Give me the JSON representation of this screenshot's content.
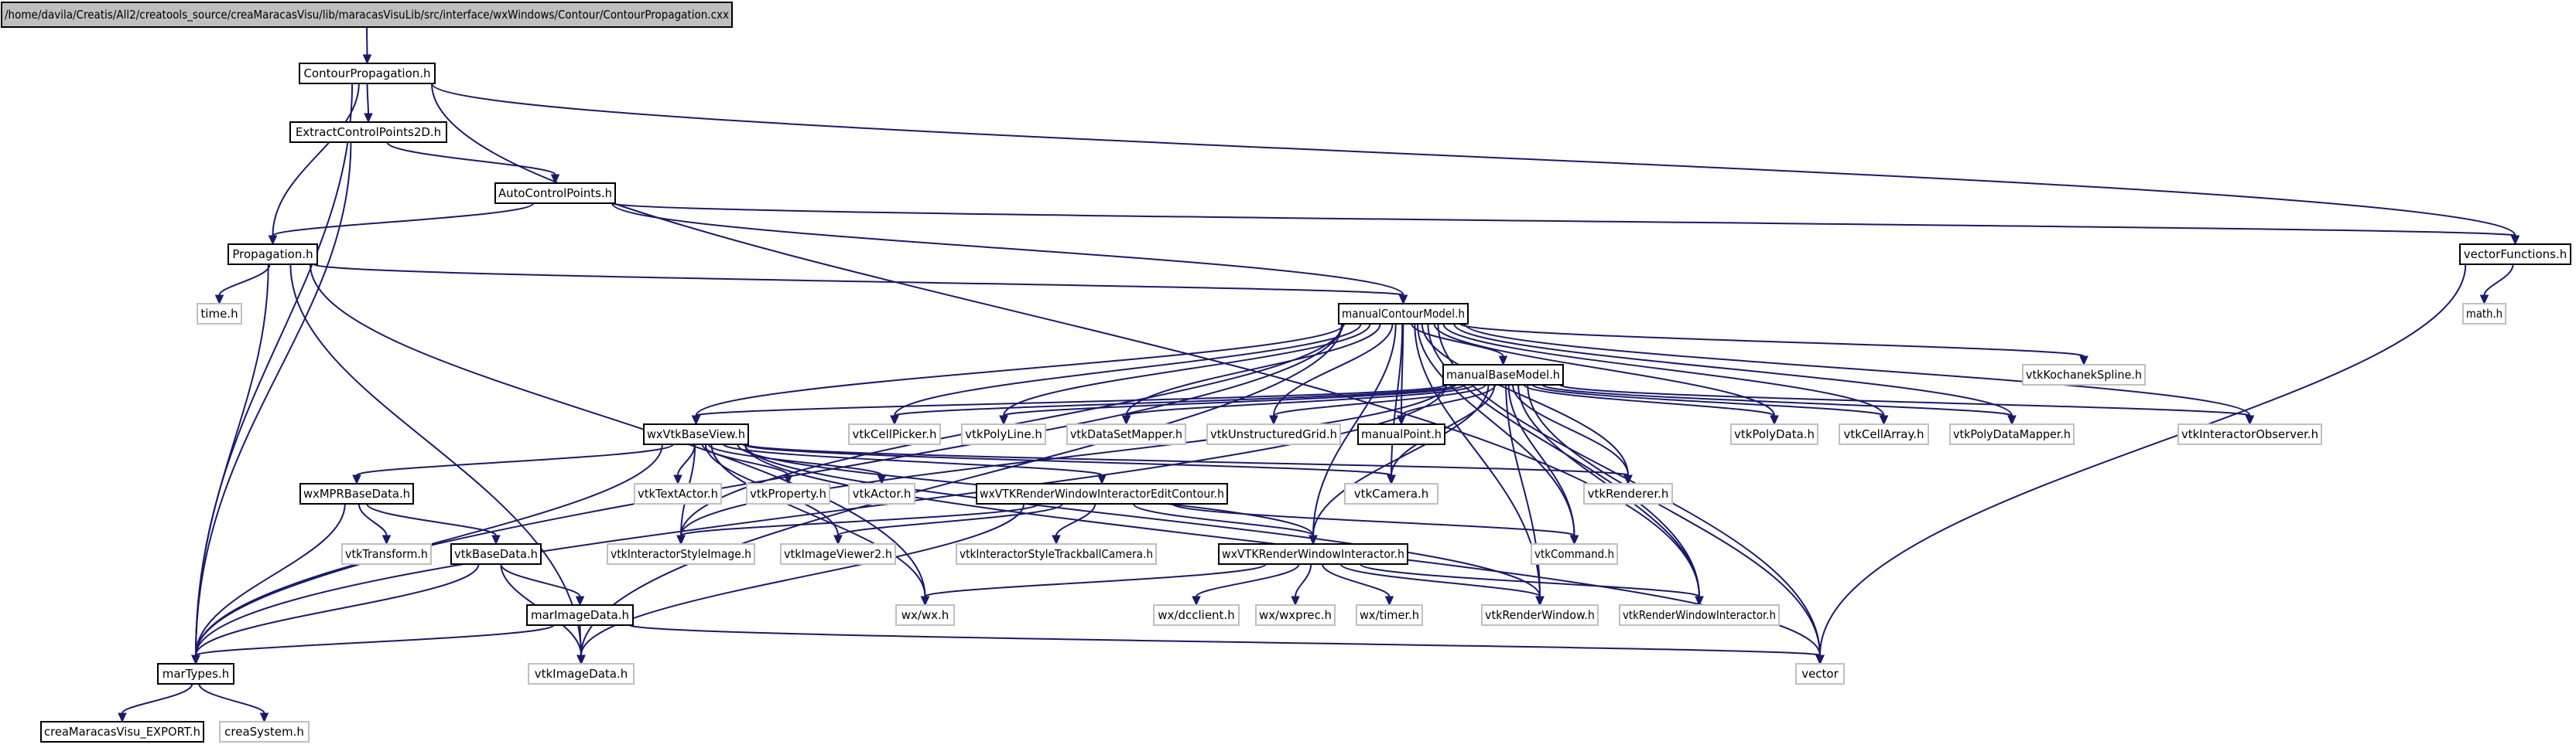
{
  "diagram": {
    "type": "include-dependency-graph",
    "colors": {
      "root_fill": "#bfbfbf",
      "border_dark": "#000000",
      "border_missing": "#bfbfbf",
      "text": "#000000",
      "edge": "#191970"
    },
    "nodes": [
      {
        "id": "root",
        "label": "/home/davila/Creatis/All2/creatools_source/creaMaracasVisu/lib/maracasVisuLib/src/interface/wxWindows/Contour/ContourPropagation.cxx",
        "style": "root"
      },
      {
        "id": "contourprop",
        "label": "ContourPropagation.h",
        "style": "normal"
      },
      {
        "id": "extract",
        "label": "ExtractControlPoints2D.h",
        "style": "normal"
      },
      {
        "id": "autocp",
        "label": "AutoControlPoints.h",
        "style": "normal"
      },
      {
        "id": "propagation",
        "label": "Propagation.h",
        "style": "normal"
      },
      {
        "id": "vectorfunc",
        "label": "vectorFunctions.h",
        "style": "normal"
      },
      {
        "id": "mathh",
        "label": "math.h",
        "style": "missing"
      },
      {
        "id": "timeh",
        "label": "time.h",
        "style": "missing"
      },
      {
        "id": "mcm",
        "label": "manualContourModel.h",
        "style": "normal"
      },
      {
        "id": "mbm",
        "label": "manualBaseModel.h",
        "style": "normal"
      },
      {
        "id": "kochanek",
        "label": "vtkKochanekSpline.h",
        "style": "missing"
      },
      {
        "id": "wxvtkbaseview",
        "label": "wxVtkBaseView.h",
        "style": "normal"
      },
      {
        "id": "cellpicker",
        "label": "vtkCellPicker.h",
        "style": "missing"
      },
      {
        "id": "polyline",
        "label": "vtkPolyLine.h",
        "style": "missing"
      },
      {
        "id": "dsmapper",
        "label": "vtkDataSetMapper.h",
        "style": "missing"
      },
      {
        "id": "ugrid",
        "label": "vtkUnstructuredGrid.h",
        "style": "missing"
      },
      {
        "id": "manualpoint",
        "label": "manualPoint.h",
        "style": "normal"
      },
      {
        "id": "polydata",
        "label": "vtkPolyData.h",
        "style": "missing"
      },
      {
        "id": "cellarray",
        "label": "vtkCellArray.h",
        "style": "missing"
      },
      {
        "id": "pdmapper",
        "label": "vtkPolyDataMapper.h",
        "style": "missing"
      },
      {
        "id": "intobserver",
        "label": "vtkInteractorObserver.h",
        "style": "missing"
      },
      {
        "id": "wxmpr",
        "label": "wxMPRBaseData.h",
        "style": "normal"
      },
      {
        "id": "textactor",
        "label": "vtkTextActor.h",
        "style": "missing"
      },
      {
        "id": "property",
        "label": "vtkProperty.h",
        "style": "missing"
      },
      {
        "id": "actor",
        "label": "vtkActor.h",
        "style": "missing"
      },
      {
        "id": "wxvtkriec",
        "label": "wxVTKRenderWindowInteractorEditContour.h",
        "style": "normal"
      },
      {
        "id": "camera",
        "label": "vtkCamera.h",
        "style": "missing"
      },
      {
        "id": "renderer",
        "label": "vtkRenderer.h",
        "style": "missing"
      },
      {
        "id": "transform",
        "label": "vtkTransform.h",
        "style": "missing"
      },
      {
        "id": "basedata",
        "label": "vtkBaseData.h",
        "style": "normal"
      },
      {
        "id": "isimage",
        "label": "vtkInteractorStyleImage.h",
        "style": "missing"
      },
      {
        "id": "imgviewer2",
        "label": "vtkImageViewer2.h",
        "style": "missing"
      },
      {
        "id": "istrackball",
        "label": "vtkInteractorStyleTrackballCamera.h",
        "style": "missing"
      },
      {
        "id": "wxvtkrwi",
        "label": "wxVTKRenderWindowInteractor.h",
        "style": "normal"
      },
      {
        "id": "command",
        "label": "vtkCommand.h",
        "style": "missing"
      },
      {
        "id": "marimage",
        "label": "marImageData.h",
        "style": "normal"
      },
      {
        "id": "wxwx",
        "label": "wx/wx.h",
        "style": "missing"
      },
      {
        "id": "dcclient",
        "label": "wx/dcclient.h",
        "style": "missing"
      },
      {
        "id": "wxprec",
        "label": "wx/wxprec.h",
        "style": "missing"
      },
      {
        "id": "timer",
        "label": "wx/timer.h",
        "style": "missing"
      },
      {
        "id": "renderwindow",
        "label": "vtkRenderWindow.h",
        "style": "missing"
      },
      {
        "id": "rwinteractor",
        "label": "vtkRenderWindowInteractor.h",
        "style": "missing"
      },
      {
        "id": "martypes",
        "label": "marTypes.h",
        "style": "normal"
      },
      {
        "id": "imagedata",
        "label": "vtkImageData.h",
        "style": "missing"
      },
      {
        "id": "vector",
        "label": "vector",
        "style": "missing"
      },
      {
        "id": "export",
        "label": "creaMaracasVisu_EXPORT.h",
        "style": "normal"
      },
      {
        "id": "cresystem",
        "label": "creaSystem.h",
        "style": "missing"
      }
    ],
    "edges": [
      [
        "root",
        "contourprop"
      ],
      [
        "contourprop",
        "extract"
      ],
      [
        "contourprop",
        "propagation"
      ],
      [
        "contourprop",
        "vectorfunc"
      ],
      [
        "contourprop",
        "martypes"
      ],
      [
        "contourprop",
        "rwinteractor"
      ],
      [
        "extract",
        "autocp"
      ],
      [
        "extract",
        "martypes"
      ],
      [
        "autocp",
        "propagation"
      ],
      [
        "autocp",
        "mcm"
      ],
      [
        "autocp",
        "vectorfunc"
      ],
      [
        "propagation",
        "mcm"
      ],
      [
        "propagation",
        "timeh"
      ],
      [
        "propagation",
        "martypes"
      ],
      [
        "propagation",
        "imagedata"
      ],
      [
        "propagation",
        "wxwx"
      ],
      [
        "vectorfunc",
        "mathh"
      ],
      [
        "vectorfunc",
        "vector"
      ],
      [
        "mcm",
        "mbm"
      ],
      [
        "mcm",
        "kochanek"
      ],
      [
        "mcm",
        "wxvtkbaseview"
      ],
      [
        "mcm",
        "cellpicker"
      ],
      [
        "mcm",
        "polyline"
      ],
      [
        "mcm",
        "dsmapper"
      ],
      [
        "mcm",
        "ugrid"
      ],
      [
        "mcm",
        "manualpoint"
      ],
      [
        "mcm",
        "polydata"
      ],
      [
        "mcm",
        "cellarray"
      ],
      [
        "mcm",
        "pdmapper"
      ],
      [
        "mcm",
        "intobserver"
      ],
      [
        "mcm",
        "martypes"
      ],
      [
        "mcm",
        "isimage"
      ],
      [
        "mcm",
        "camera"
      ],
      [
        "mcm",
        "renderer"
      ],
      [
        "mcm",
        "command"
      ],
      [
        "mcm",
        "wxvtkrwi"
      ],
      [
        "mcm",
        "renderwindow"
      ],
      [
        "mcm",
        "rwinteractor"
      ],
      [
        "mcm",
        "vector"
      ],
      [
        "mcm",
        "imagedata"
      ],
      [
        "mbm",
        "wxvtkbaseview"
      ],
      [
        "mbm",
        "cellpicker"
      ],
      [
        "mbm",
        "polyline"
      ],
      [
        "mbm",
        "dsmapper"
      ],
      [
        "mbm",
        "ugrid"
      ],
      [
        "mbm",
        "manualpoint"
      ],
      [
        "mbm",
        "polydata"
      ],
      [
        "mbm",
        "cellarray"
      ],
      [
        "mbm",
        "pdmapper"
      ],
      [
        "mbm",
        "intobserver"
      ],
      [
        "mbm",
        "camera"
      ],
      [
        "mbm",
        "renderer"
      ],
      [
        "mbm",
        "wxvtkrwi"
      ],
      [
        "mbm",
        "command"
      ],
      [
        "mbm",
        "renderwindow"
      ],
      [
        "mbm",
        "rwinteractor"
      ],
      [
        "mbm",
        "vector"
      ],
      [
        "mbm",
        "martypes"
      ],
      [
        "mbm",
        "isimage"
      ],
      [
        "wxvtkbaseview",
        "wxmpr"
      ],
      [
        "wxvtkbaseview",
        "textactor"
      ],
      [
        "wxvtkbaseview",
        "property"
      ],
      [
        "wxvtkbaseview",
        "actor"
      ],
      [
        "wxvtkbaseview",
        "wxvtkriec"
      ],
      [
        "wxvtkbaseview",
        "camera"
      ],
      [
        "wxvtkbaseview",
        "renderer"
      ],
      [
        "wxvtkbaseview",
        "isimage"
      ],
      [
        "wxvtkbaseview",
        "imgviewer2"
      ],
      [
        "wxvtkbaseview",
        "wxwx"
      ],
      [
        "wxvtkbaseview",
        "wxvtkrwi"
      ],
      [
        "wxvtkbaseview",
        "martypes"
      ],
      [
        "wxvtkbaseview",
        "renderwindow"
      ],
      [
        "wxvtkbaseview",
        "vector"
      ],
      [
        "wxmpr",
        "transform"
      ],
      [
        "wxmpr",
        "basedata"
      ],
      [
        "wxmpr",
        "martypes"
      ],
      [
        "wxvtkriec",
        "isimage"
      ],
      [
        "wxvtkriec",
        "imgviewer2"
      ],
      [
        "wxvtkriec",
        "istrackball"
      ],
      [
        "wxvtkriec",
        "wxvtkrwi"
      ],
      [
        "wxvtkriec",
        "command"
      ],
      [
        "wxvtkriec",
        "imagedata"
      ],
      [
        "basedata",
        "marimage"
      ],
      [
        "basedata",
        "martypes"
      ],
      [
        "basedata",
        "imagedata"
      ],
      [
        "wxvtkrwi",
        "wxwx"
      ],
      [
        "wxvtkrwi",
        "dcclient"
      ],
      [
        "wxvtkrwi",
        "wxprec"
      ],
      [
        "wxvtkrwi",
        "timer"
      ],
      [
        "wxvtkrwi",
        "renderwindow"
      ],
      [
        "wxvtkrwi",
        "rwinteractor"
      ],
      [
        "marimage",
        "martypes"
      ],
      [
        "marimage",
        "imagedata"
      ],
      [
        "marimage",
        "vector"
      ],
      [
        "martypes",
        "export"
      ],
      [
        "martypes",
        "cresystem"
      ]
    ]
  }
}
